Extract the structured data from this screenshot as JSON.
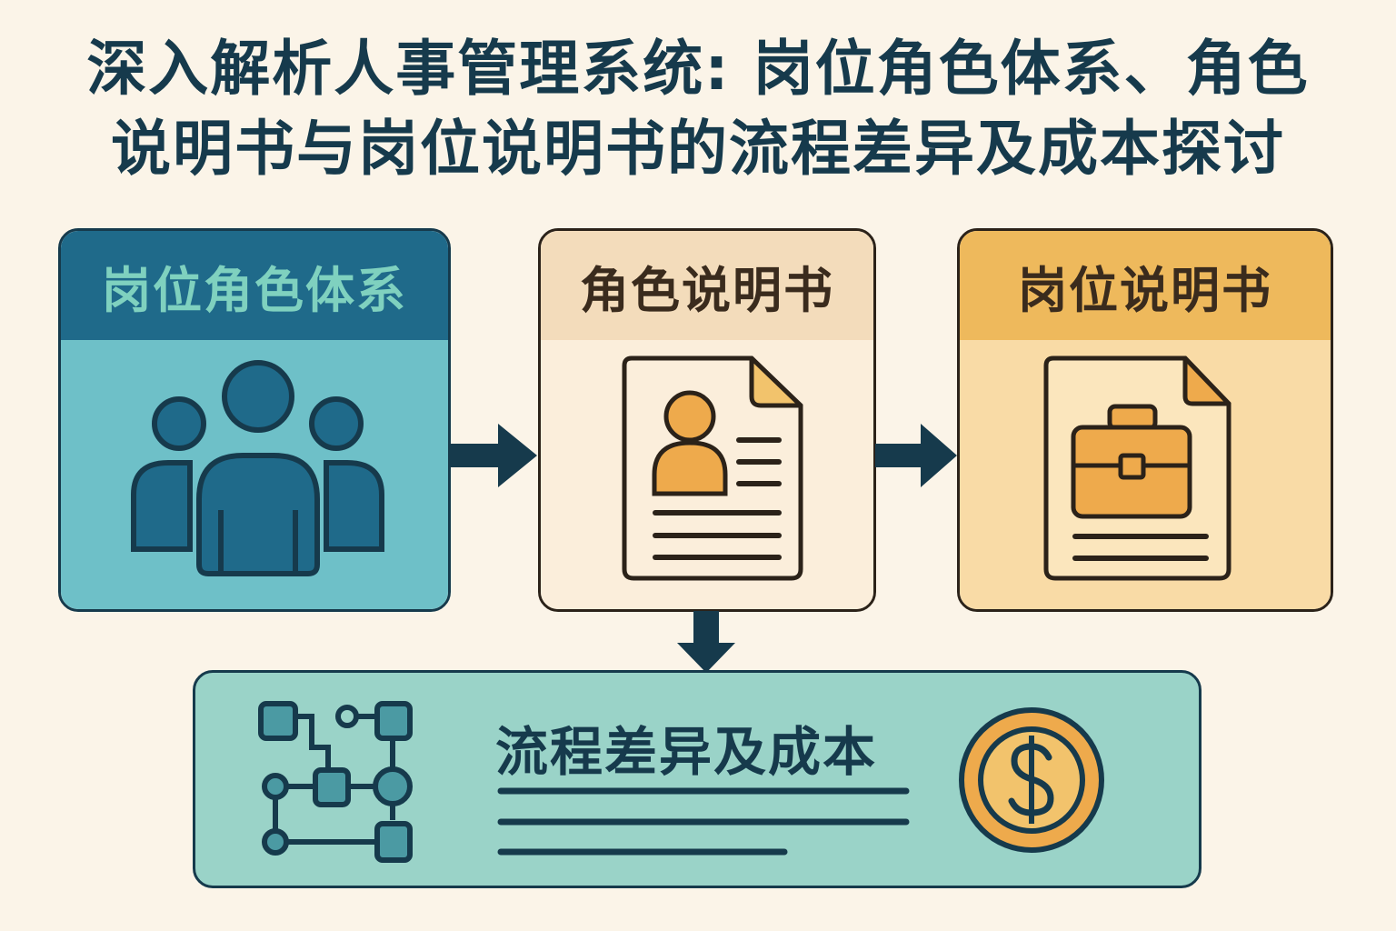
{
  "title": {
    "line1": "深入解析人事管理系统: 岗位角色体系、角色",
    "line2": "说明书与岗位说明书的流程差异及成本探讨"
  },
  "nodes": [
    {
      "id": "position-role-system",
      "label": "岗位角色体系",
      "icon": "people-group-icon",
      "header_color": "#1f6a8a",
      "body_color": "#6ec0c8",
      "text_color": "#7fd1bf"
    },
    {
      "id": "role-description",
      "label": "角色说明书",
      "icon": "user-profile-document-icon",
      "header_color": "#f3dcbb",
      "body_color": "#fbeedb",
      "text_color": "#3a2b1d"
    },
    {
      "id": "position-description",
      "label": "岗位说明书",
      "icon": "briefcase-document-icon",
      "header_color": "#eeb95c",
      "body_color": "#f9dba6",
      "text_color": "#3a2b1d"
    },
    {
      "id": "process-difference-cost",
      "label": "流程差异及成本",
      "icon": "flowchart-icon",
      "secondary_icon": "dollar-coin-icon",
      "body_color": "#9ad3c8",
      "text_color": "#163a4c"
    }
  ],
  "edges": [
    {
      "from": "position-role-system",
      "to": "role-description",
      "direction": "right"
    },
    {
      "from": "role-description",
      "to": "position-description",
      "direction": "right"
    },
    {
      "from": "role-description",
      "to": "process-difference-cost",
      "direction": "down"
    }
  ],
  "colors": {
    "background": "#fbf4e8",
    "title": "#163a4c",
    "arrow": "#163a4c",
    "accent_orange": "#eeaa4c"
  }
}
